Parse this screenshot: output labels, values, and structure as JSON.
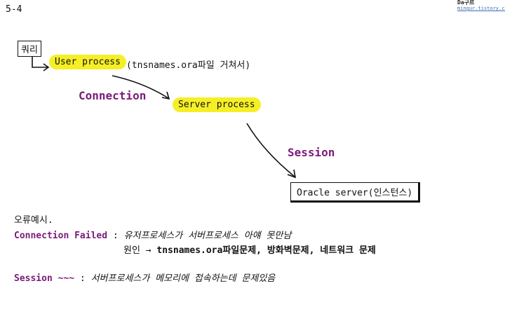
{
  "page_label": "5-4",
  "logo": {
    "line1": "Da구르",
    "line2": "mingur.tistory.com"
  },
  "diagram": {
    "query_label": "쿼리",
    "user_process": "User process",
    "user_process_note": "(tnsnames.ora파일 거쳐서)",
    "connection_label": "Connection",
    "server_process": "Server process",
    "session_label": "Session",
    "oracle_server": "Oracle server(인스턴스)"
  },
  "errors": {
    "title": "오류예시.",
    "connection_failed": {
      "term": "Connection Failed",
      "separator": " : ",
      "description": "유저프로세스가 서버프로세스 아얘 못만남",
      "cause_prefix": "원인 → ",
      "cause": "tnsnames.ora파일문제, 방화벽문제, 네트워크 문제"
    },
    "session": {
      "term": "Session ~~~",
      "separator": " : ",
      "description": "서버프로세스가 메모리에 접속하는데 문제있음"
    }
  },
  "colors": {
    "highlight": "#f6ef26",
    "accent_purple": "#7a1a7a",
    "ink": "#111111"
  }
}
